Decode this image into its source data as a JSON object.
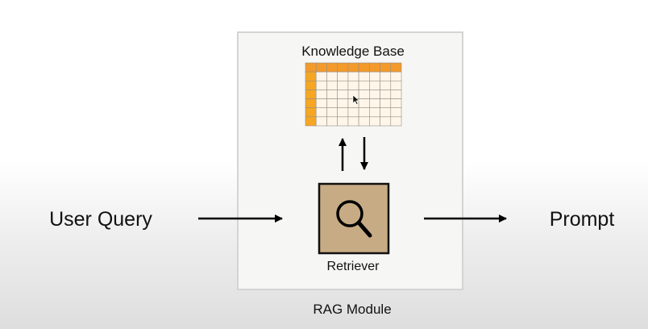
{
  "diagram": {
    "input_label": "User Query",
    "output_label": "Prompt",
    "module_label": "RAG Module",
    "knowledge_base": {
      "title": "Knowledge Base",
      "rows": 7,
      "columns": 9,
      "header_color": "#f39a2b",
      "first_column_color": "#f5a623",
      "cell_color": "#fdf6e9"
    },
    "retriever": {
      "label": "Retriever",
      "icon": "magnifier-icon",
      "fill_color": "#c7ab84"
    },
    "colors": {
      "module_fill": "#f6f6f4",
      "module_border": "#d4d4d4",
      "arrow": "#000000"
    }
  }
}
